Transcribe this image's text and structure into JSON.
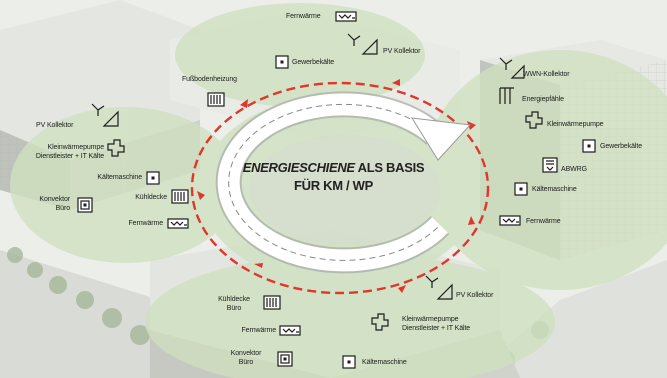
{
  "center": {
    "line1_part1": "ENERGIESCHIENE",
    "line1_part2": " ALS BASIS",
    "line2": "FÜR KM / WP"
  },
  "icons": {
    "wind": "wind-turbine-icon",
    "pv": "pv-panel-icon",
    "heat_meter": "district-heat-meter-icon",
    "cooling": "chiller-box-icon",
    "radiator": "radiator-icon",
    "pipes": "heat-pump-pipes-icon",
    "probe": "geothermal-probe-icon",
    "convector": "convector-icon",
    "absorber": "absorber-icon"
  },
  "labels": {
    "fernwaerme_top": "Fernwärme",
    "pv_top": "PV Kollektor",
    "gewerbekaelte_top": "Gewerbekälte",
    "fussboden": "Fußbodenheizung",
    "wwn": "WWN-Kollektor",
    "energiepfaehle": "Energiepfähle",
    "kleinwp_right": "Kleinwärmepumpe",
    "gewerbekaelte_right": "Gewerbekälte",
    "abwrg": "ABWRG",
    "kaelte_right": "Kältemaschine",
    "fernwaerme_right": "Fernwärme",
    "pv_left": "PV Kollektor",
    "kleinwp_left_1": "Kleinwärmepumpe",
    "kleinwp_left_2": "Dienstleister + IT Kälte",
    "kaelte_left": "Kältemaschine",
    "konvektor_left_1": "Konvektor",
    "konvektor_left_2": "Büro",
    "kuehldecke_left": "Kühldecke",
    "fernwaerme_left": "Fernwärme",
    "pv_bottom": "PV Kollektor",
    "kuehldecke_bottom_1": "Kühldecke",
    "kuehldecke_bottom_2": "Büro",
    "fernwaerme_bottom": "Fernwärme",
    "kleinwp_bottom_1": "Kleinwärmepumpe",
    "kleinwp_bottom_2": "Dienstleister + IT Kälte",
    "konvektor_bottom_1": "Konvektor",
    "konvektor_bottom_2": "Büro",
    "kaelte_bottom": "Kältemaschine"
  },
  "colors": {
    "zone_green": "#cfe0bf",
    "ring_red": "#e0362c",
    "arrow_gray": "#9a9a9a",
    "building_light": "#e7e9e4",
    "building_dark": "#b9bcb6"
  }
}
